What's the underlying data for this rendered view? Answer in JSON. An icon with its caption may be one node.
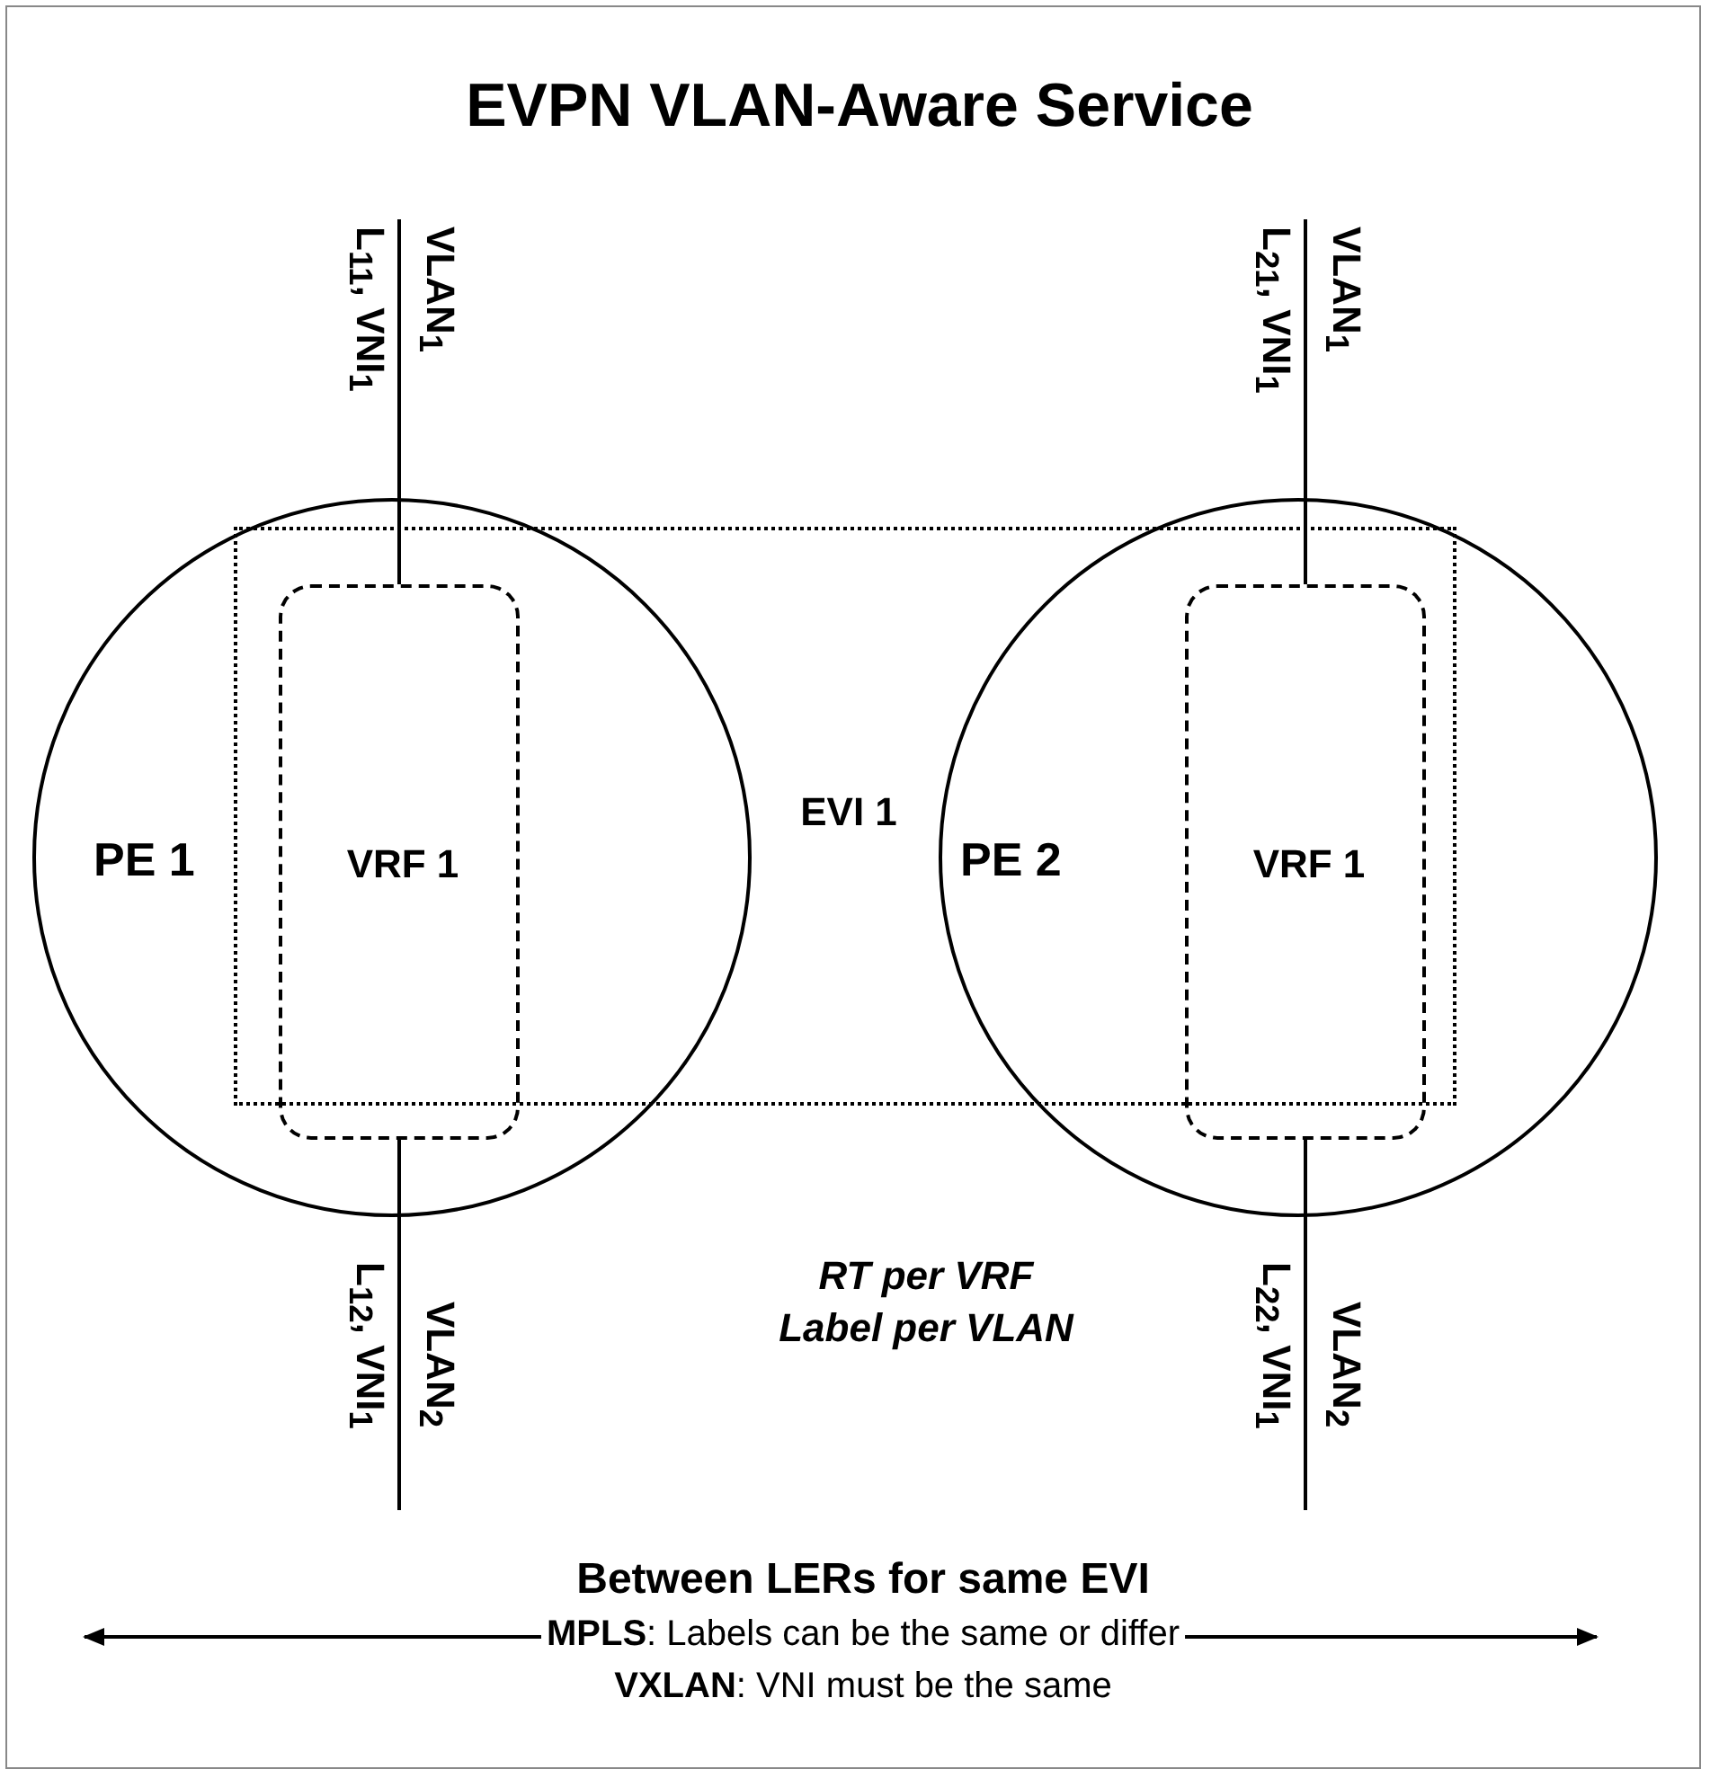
{
  "diagram": {
    "title": "EVPN VLAN-Aware Service",
    "nodes": [
      {
        "text": [
          "EVI 1"
        ]
      },
      {
        "text": [
          "PE 1"
        ]
      },
      {
        "text": [
          "VRF 1"
        ],
        "in": 1
      },
      {
        "text": [
          "PE 2"
        ]
      },
      {
        "text": [
          "VRF 1"
        ],
        "in": 3
      }
    ],
    "edges": [
      {
        "from": null,
        "to": 2,
        "arrow": "none",
        "label": "VLAN$_{1}$"
      },
      {
        "from": null,
        "to": 4,
        "arrow": "none",
        "label": "VLAN$_{1}$"
      },
      {
        "from": 2,
        "to": null,
        "arrow": "none",
        "label": "VLAN$_{2}$"
      },
      {
        "from": 4,
        "to": null,
        "arrow": "none",
        "label": "VLAN$_{2}$"
      }
    ],
    "labels": [
      "L$_{11}$, VNI$_{1}$",
      "L$_{21}$, VNI$_{1}$",
      "RT per VRF",
      "Label per VLAN",
      "L$_{12}$, VNI$_{1}$",
      "L$_{22}$, VNI$_{1}$",
      "Between LERs for same EVI",
      "**MPLS**: Labels can be the same or differ",
      "**VXLAN**: VNI must be the same"
    ]
  }
}
